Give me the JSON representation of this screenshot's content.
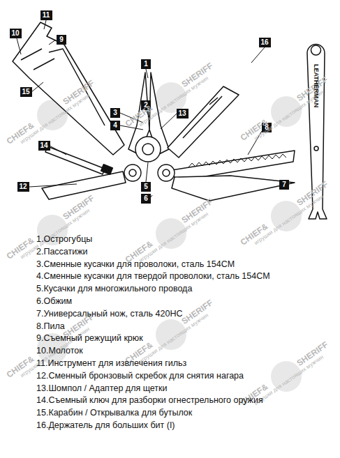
{
  "diagram": {
    "nodes": [
      {
        "text": [
          "11"
        ]
      },
      {
        "text": [
          "10"
        ]
      },
      {
        "text": [
          "9"
        ]
      },
      {
        "text": [
          "1"
        ]
      },
      {
        "text": [
          "16"
        ]
      },
      {
        "text": [
          "15"
        ]
      },
      {
        "text": [
          "2"
        ]
      },
      {
        "text": [
          "3"
        ]
      },
      {
        "text": [
          "13"
        ]
      },
      {
        "text": [
          "4"
        ]
      },
      {
        "text": [
          "8"
        ]
      },
      {
        "text": [
          "14"
        ]
      },
      {
        "text": [
          "12"
        ]
      },
      {
        "text": [
          "5"
        ]
      },
      {
        "text": [
          "7"
        ]
      },
      {
        "text": [
          "6"
        ]
      }
    ],
    "labels": [
      "1.Острогубцы",
      "2.Пассатижи",
      "3.Сменные кусачки для проволоки, сталь 154CM",
      "4.Сменные кусачки для твердой проволоки, сталь 154CM",
      "5.Кусачки для многожильного провода",
      "6.Обжим",
      "7.Универсальный нож, сталь 420HC",
      "8.Пила",
      "9.Съемный режущий крюк",
      "10.Молоток",
      "11.Инструмент для извлечения гильз",
      "12.Сменный бронзовый скребок для снятия нагара",
      "13.Шомпол / Адаптер для щетки",
      "14.Съемный ключ для разборки огнестрельного оружия",
      "15.Карабин / Открывалка для бутылок",
      "16.Держатель для больших бит (I)",
      "LEATHERMAN",
      "CHIEF&",
      "SHERIFF",
      "игрушки для настоящих мужчин",
      "CHIEF&",
      "SHERIFF",
      "игрушки для настоящих мужчин",
      "CHIEF&",
      "SHERIFF",
      "игрушки для настоящих мужчин",
      "CHIEF&",
      "SHERIFF",
      "игрушки для настоящих мужчин",
      "CHIEF&",
      "SHERIFF",
      "игрушки для настоящих мужчин",
      "CHIEF&",
      "SHERIFF",
      "игрушки для настоящих мужчин",
      "CHIEF&",
      "SHERIFF",
      "игрушки для настоящих мужчин",
      "CHIEF&",
      "SHERIFF",
      "игрушки для настоящих мужчин",
      "CHIEF&",
      "SHERIFF",
      "игрушки для настоящих мужчин"
    ]
  }
}
